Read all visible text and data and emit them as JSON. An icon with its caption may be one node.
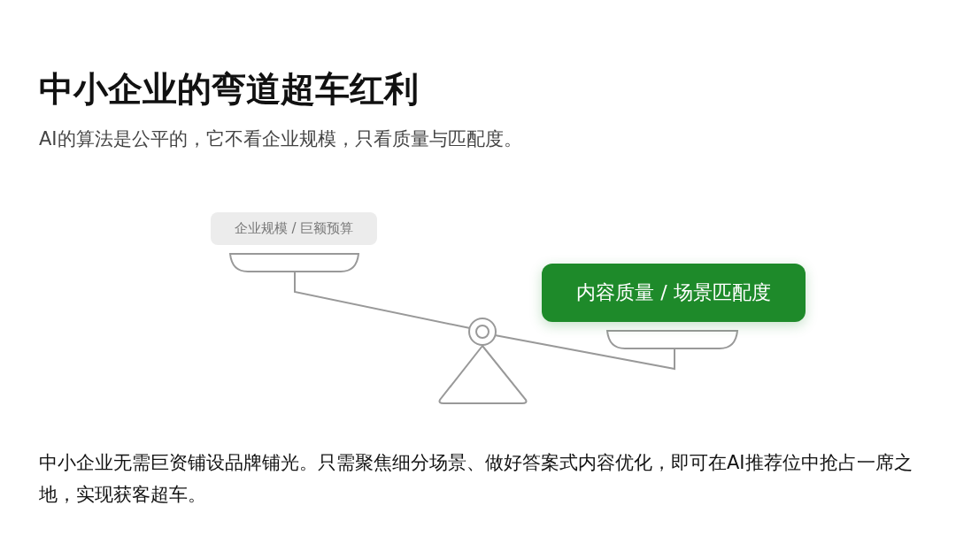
{
  "diagram": {
    "title": "中小企业的弯道超车红利",
    "nodes": [
      {
        "text": [
          "企业规模 / 巨额预算"
        ]
      },
      {
        "text": [
          "内容质量 / 场景匹配度"
        ]
      }
    ],
    "labels": [
      "AI的算法是公平的，它不看企业规模，只看质量与匹配度。",
      "中小企业无需巨资铺设品牌铺光。只需聚焦细分场景、做好答案式内容优化，即可在AI推荐位中抢占一席之地，实现获客超车。"
    ]
  }
}
